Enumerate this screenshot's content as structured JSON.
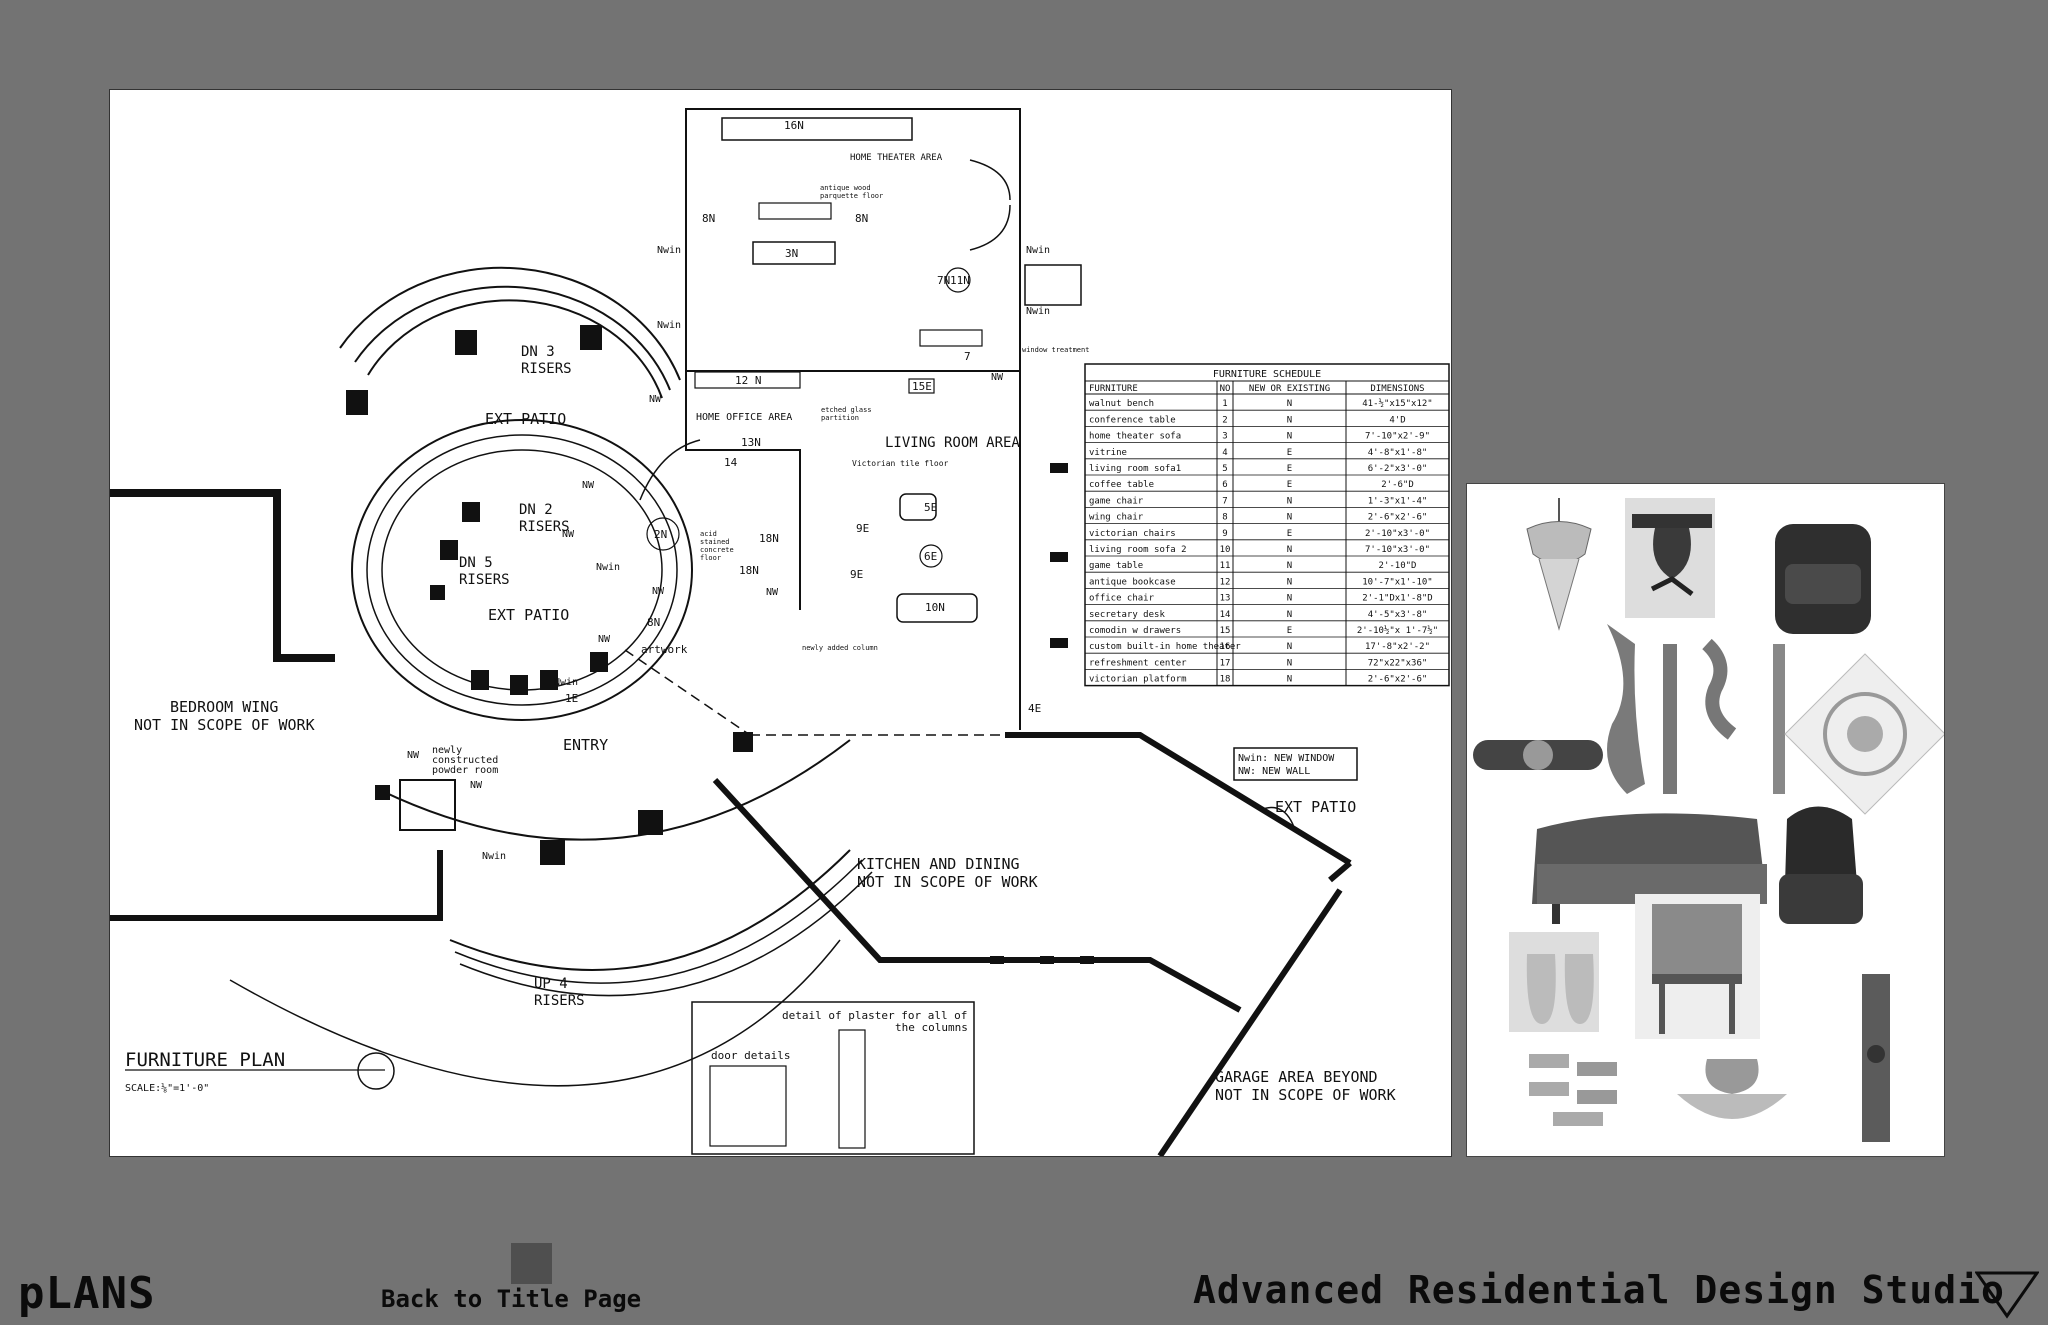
{
  "plan": {
    "rooms": {
      "home_theater": "HOME THEATER AREA",
      "parquette_1": "antique wood",
      "parquette_2": "parquette floor",
      "home_office": "HOME OFFICE AREA",
      "living_room": "LIVING ROOM AREA",
      "victorian_floor": "Victorian tile floor",
      "etched_1": "etched glass",
      "etched_2": "partition",
      "acid_1": "acid",
      "acid_2": "stained",
      "acid_3": "concrete",
      "acid_4": "floor",
      "newly_column": "newly added column",
      "entry": "ENTRY",
      "powder_1": "newly",
      "powder_2": "constructed",
      "powder_3": "powder room",
      "artwork": "artwork",
      "window_treatment": "window treatment",
      "ext_patio_1": "EXT PATIO",
      "ext_patio_2": "EXT PATIO",
      "ext_patio_3": "EXT PATIO",
      "dn3_1": "DN 3",
      "dn3_2": "RISERS",
      "dn2_1": "DN 2",
      "dn2_2": "RISERS",
      "dn5_1": "DN 5",
      "dn5_2": "RISERS",
      "up4_1": "UP 4",
      "up4_2": "RISERS",
      "bedroom_1": "BEDROOM WING",
      "bedroom_2": "NOT IN SCOPE OF WORK",
      "kitchen_1": "KITCHEN AND DINING",
      "kitchen_2": "NOT IN SCOPE OF WORK",
      "garage_1": "GARAGE AREA BEYOND",
      "garage_2": "NOT IN SCOPE OF WORK",
      "plaster_1": "detail of plaster for all of",
      "plaster_2": "the columns",
      "door_details": "door details"
    },
    "tags": {
      "t16n": "16N",
      "t8n_a": "8N",
      "t8n_b": "8N",
      "t3n": "3N",
      "t7n": "7N",
      "t11n": "11N",
      "t7_b": "7",
      "t12n": "12 N",
      "t15e": "15E",
      "t14": "14",
      "t13n": "13N",
      "t2n": "2N",
      "t18n_a": "18N",
      "t18n_b": "18N",
      "t9e_a": "9E",
      "t9e_b": "9E",
      "t5e": "5E",
      "t6e": "6E",
      "t10n": "10N",
      "t4e": "4E",
      "t1e": "1E",
      "t8n_c": "8N"
    },
    "marks": {
      "nwin_1": "Nwin",
      "nwin_2": "Nwin",
      "nwin_3": "Nwin",
      "nwin_4": "Nwin",
      "nwin_5": "Nwin",
      "nwin_6": "Nwin",
      "nwin_7": "Nwin",
      "nw_1": "NW",
      "nw_2": "NW",
      "nw_3": "NW",
      "nw_4": "NW",
      "nw_5": "NW",
      "nw_6": "NW",
      "nw_7": "NW",
      "nw_8": "NW",
      "nw_9": "NW"
    },
    "legend": {
      "line1": "Nwin: NEW WINDOW",
      "line2": "NW: NEW WALL"
    },
    "title_block": {
      "title": "FURNITURE PLAN",
      "scale": "SCALE:⅛\"=1'-0\""
    },
    "schedule": {
      "title": "FURNITURE SCHEDULE",
      "headers": [
        "FURNITURE",
        "NO",
        "NEW OR EXISTING",
        "DIMENSIONS"
      ],
      "rows": [
        [
          "walnut bench",
          "1",
          "N",
          "41-½\"x15\"x12\""
        ],
        [
          "conference table",
          "2",
          "N",
          "4'D"
        ],
        [
          "home theater sofa",
          "3",
          "N",
          "7'-10\"x2'-9\""
        ],
        [
          "vitrine",
          "4",
          "E",
          "4'-8\"x1'-8\""
        ],
        [
          "living room sofa1",
          "5",
          "E",
          "6'-2\"x3'-0\""
        ],
        [
          "coffee table",
          "6",
          "E",
          "2'-6\"D"
        ],
        [
          "game chair",
          "7",
          "N",
          "1'-3\"x1'-4\""
        ],
        [
          "wing chair",
          "8",
          "N",
          "2'-6\"x2'-6\""
        ],
        [
          "victorian chairs",
          "9",
          "E",
          "2'-10\"x3'-0\""
        ],
        [
          "living room sofa 2",
          "10",
          "N",
          "7'-10\"x3'-0\""
        ],
        [
          "game table",
          "11",
          "N",
          "2'-10\"D"
        ],
        [
          "antique bookcase",
          "12",
          "N",
          "10'-7\"x1'-10\""
        ],
        [
          "office chair",
          "13",
          "N",
          "2'-1\"Dx1'-8\"D"
        ],
        [
          "secretary desk",
          "14",
          "N",
          "4'-5\"x3'-8\""
        ],
        [
          "comodin w drawers",
          "15",
          "E",
          "2'-10½\"x 1'-7½\""
        ],
        [
          "custom built-in home theater",
          "16",
          "N",
          "17'-8\"x2'-2\""
        ],
        [
          "refreshment center",
          "17",
          "N",
          "72\"x22\"x36\""
        ],
        [
          "victorian platform",
          "18",
          "N",
          "2'-6\"x2'-6\""
        ]
      ]
    }
  },
  "footer": {
    "section_title": "pLANS",
    "back_link": "Back to Title Page",
    "studio_name": "Advanced Residential Design Studio"
  }
}
